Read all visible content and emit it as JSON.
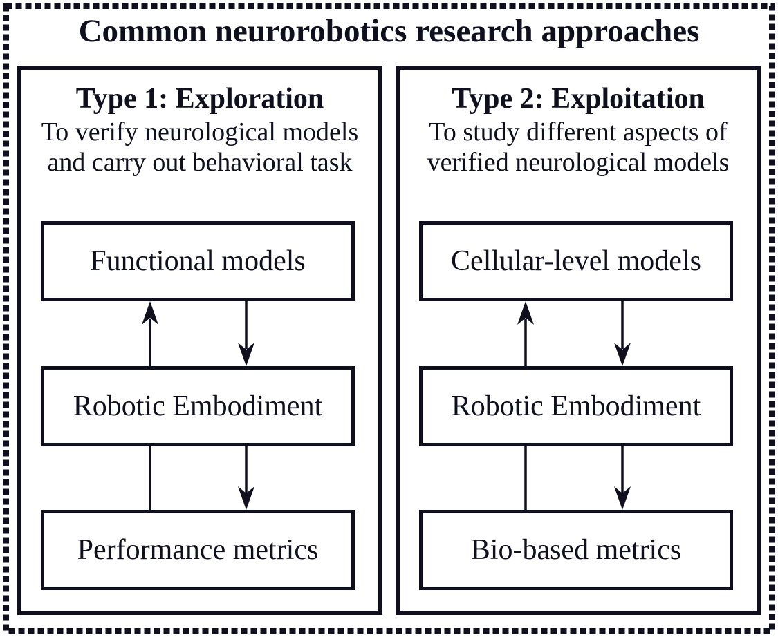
{
  "title": "Common neurorobotics research approaches",
  "panels": [
    {
      "heading": "Type 1: Exploration",
      "description_lines": [
        "To verify neurological models",
        "and carry out behavioral task"
      ],
      "boxes": [
        "Functional models",
        "Robotic Embodiment",
        "Performance metrics"
      ]
    },
    {
      "heading": "Type 2: Exploitation",
      "description_lines": [
        "To study different aspects of",
        "verified neurological models"
      ],
      "boxes": [
        "Cellular-level models",
        "Robotic Embodiment",
        "Bio-based metrics"
      ]
    }
  ],
  "colors": {
    "ink": "#0f0f1e",
    "background": "#ffffff"
  }
}
